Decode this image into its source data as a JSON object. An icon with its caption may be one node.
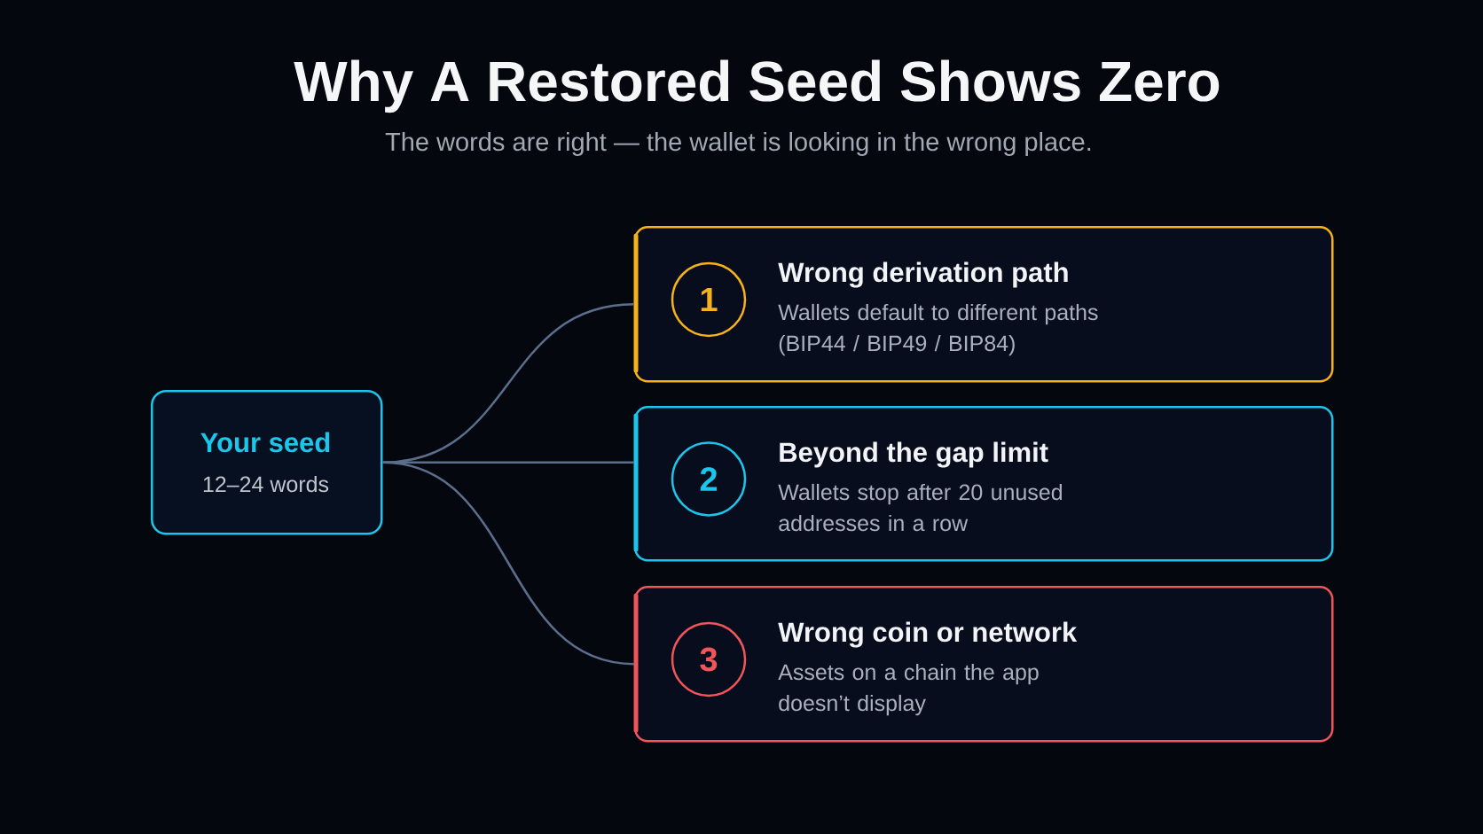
{
  "diagram": {
    "title": "Why A Restored Seed Shows Zero",
    "nodes": [
      {
        "text": [
          "Your seed",
          "12–24 words"
        ]
      },
      {
        "text": [
          "Wrong derivation path",
          "Wallets default to different paths (BIP44 / BIP49 / BIP84)"
        ]
      },
      {
        "text": [
          "1"
        ],
        "in": 1
      },
      {
        "text": [
          "Beyond the gap limit",
          "Wallets stop after 20 unused addresses in a row"
        ]
      },
      {
        "text": [
          "2"
        ],
        "in": 3
      },
      {
        "text": [
          "Wrong coin or network",
          "Assets on a chain the app doesn’t display"
        ]
      },
      {
        "text": [
          "3"
        ],
        "in": 5
      }
    ],
    "edges": [
      {
        "from": 0,
        "to": 1,
        "arrow": "none"
      },
      {
        "from": 0,
        "to": 3,
        "arrow": "none"
      },
      {
        "from": 0,
        "to": 5,
        "arrow": "none"
      }
    ],
    "labels": [
      "The words are right — the wallet is looking in the wrong place."
    ]
  }
}
